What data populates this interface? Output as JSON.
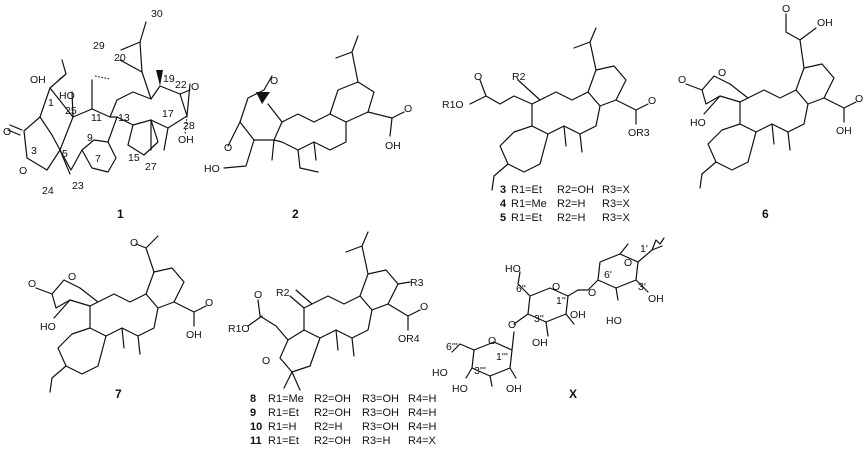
{
  "compounds": {
    "c1": {
      "id": "1",
      "atoms": [
        "OH",
        "HO",
        "O",
        "O",
        "O",
        "OH"
      ],
      "numbers": [
        "30",
        "29",
        "20",
        "19",
        "22",
        "25",
        "1",
        "11",
        "13",
        "9",
        "17",
        "28",
        "3",
        "5",
        "7",
        "15",
        "27",
        "24",
        "23"
      ]
    },
    "c2": {
      "id": "2",
      "atoms": [
        "O",
        "O",
        "HO",
        "OH",
        "O"
      ]
    },
    "c3": {
      "id": "",
      "atoms": [
        "R2",
        "O",
        "R1O",
        "O",
        "OR3"
      ],
      "legend": [
        {
          "id": "3",
          "r1": "R1=Et",
          "r2": "R2=OH",
          "r3": "R3=X"
        },
        {
          "id": "4",
          "r1": "R1=Me",
          "r2": "R2=H",
          "r3": "R3=X"
        },
        {
          "id": "5",
          "r1": "R1=Et",
          "r2": "R2=H",
          "r3": "R3=X"
        }
      ]
    },
    "c6": {
      "id": "6",
      "atoms": [
        "O",
        "OH",
        "O",
        "O",
        "HO",
        "O",
        "OH"
      ]
    },
    "c7": {
      "id": "7",
      "atoms": [
        "O",
        "O",
        "O",
        "HO",
        "O",
        "OH"
      ]
    },
    "c8": {
      "id": "",
      "atoms": [
        "O",
        "R1O",
        "O",
        "R2",
        "R3",
        "O",
        "OR4"
      ],
      "legend": [
        {
          "id": "8",
          "r1": "R1=Me",
          "r2": "R2=OH",
          "r3": "R3=OH",
          "r4": "R4=H"
        },
        {
          "id": "9",
          "r1": "R1=Et",
          "r2": "R2=OH",
          "r3": "R3=OH",
          "r4": "R4=H"
        },
        {
          "id": "10",
          "r1": "R1=H",
          "r2": "R2=H",
          "r3": "R3=OH",
          "r4": "R4=H"
        },
        {
          "id": "11",
          "r1": "R1=Et",
          "r2": "R2=OH",
          "r3": "R3=H",
          "r4": "R4=X"
        }
      ]
    },
    "cX": {
      "id": "X",
      "atoms": [
        "HO",
        "OH",
        "O",
        "O",
        "O",
        "HO",
        "OH",
        "O",
        "O",
        "HO",
        "HO",
        "OH",
        "OH"
      ],
      "numbers": [
        "1'",
        "3'",
        "6'",
        "1''",
        "3''",
        "6''",
        "1'''",
        "3'''",
        "6'''"
      ]
    }
  }
}
